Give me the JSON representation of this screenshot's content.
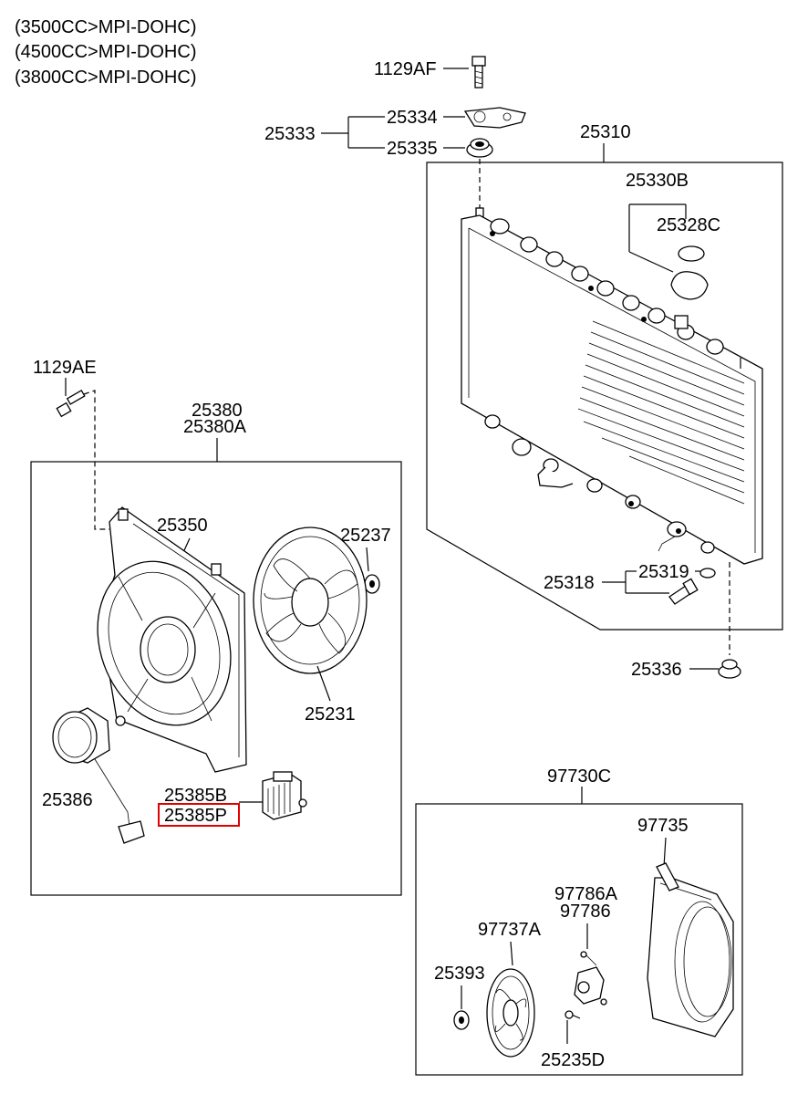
{
  "engine_notes": [
    "(3500CC>MPI-DOHC)",
    "(4500CC>MPI-DOHC)",
    "(3800CC>MPI-DOHC)"
  ],
  "labels": {
    "bolt_top": "1129AF",
    "bracket_assy": "25333",
    "bracket_upper": "25334",
    "bracket_lower": "25335",
    "radiator": "25310",
    "cap_assy": "25330B",
    "cap": "25328C",
    "drain_plug_assy": "25318",
    "drain_oring": "25319",
    "insulator_bottom": "25336",
    "bolt_left": "1129AE",
    "fan_shroud_assy": "25380",
    "fan_shroud_assy_alt": "25380A",
    "shroud": "25350",
    "fan_nut": "25237",
    "fan": "25231",
    "motor": "25386",
    "resistor": "25385B",
    "resistor_highlighted": "25385P",
    "aux_fan_assy": "97730C",
    "aux_shroud": "97735",
    "aux_motor_alt": "97786A",
    "aux_motor": "97786",
    "aux_fan": "97737A",
    "aux_nut": "25393",
    "aux_screw": "25235D"
  },
  "highlight_color": "#e00000"
}
